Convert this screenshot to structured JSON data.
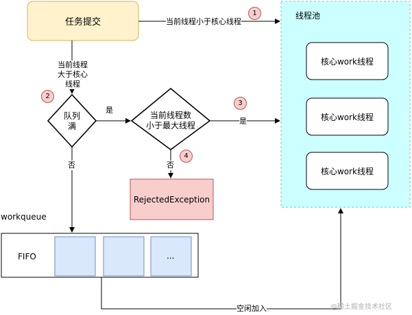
{
  "nodes": {
    "task_submit": "任务提交",
    "thread_pool": "线程池",
    "core_thread_1": "核心work线程",
    "core_thread_2": "核心work线程",
    "core_thread_3": "核心work线程",
    "queue_full": [
      "队列",
      "满"
    ],
    "max_check": [
      "当前线程数",
      "小于最大线程"
    ],
    "rejected": "RejectedException",
    "workqueue": "workqueue",
    "fifo": "FIFO",
    "slot_more": "..."
  },
  "edges": {
    "to_pool": "当前线程小于核心线程",
    "to_queue_check": [
      "当前线程",
      "大于核心线程"
    ],
    "queue_full_yes": "是",
    "queue_full_no": "否",
    "max_yes": "是",
    "max_no": "否",
    "idle_join": "空闲加入"
  },
  "badges": [
    "1",
    "2",
    "3",
    "4"
  ],
  "watermark": "@稀土掘金技术社区",
  "colors": {
    "task_fill": "#fff2cc",
    "task_stroke": "#d6b656",
    "pool_fill": "#ccffff",
    "pool_stroke": "#66cccc",
    "reject_fill": "#f8cecc",
    "reject_stroke": "#b85450",
    "slot_fill": "#dae8fc",
    "slot_stroke": "#6c8ebf"
  }
}
